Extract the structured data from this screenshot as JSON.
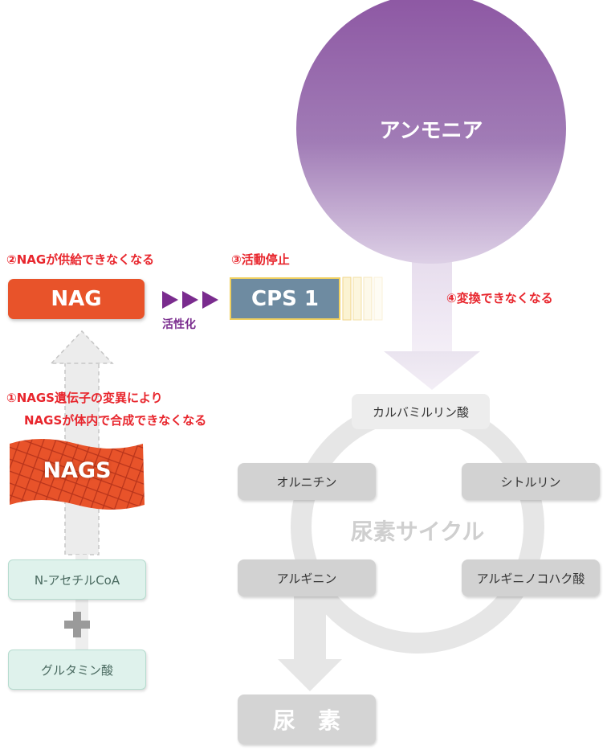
{
  "ammonia": {
    "label": "アンモニア"
  },
  "nag": {
    "label": "NAG",
    "note": "②NAGが供給できなくなる"
  },
  "cps": {
    "label": "CPS 1",
    "note": "③活動停止"
  },
  "activation": {
    "label": "活性化"
  },
  "conversion": {
    "note": "④変換できなくなる"
  },
  "nags": {
    "label": "NAGS",
    "note_line1": "①NAGS遺伝子の変異により",
    "note_line2": "NAGSが体内で合成できなくなる"
  },
  "inputs": {
    "acetyl_coa": "N-アセチルCoA",
    "plus": "+",
    "glutamate": "グルタミン酸"
  },
  "urea_cycle": {
    "title": "尿素サイクル",
    "carbamoyl_phosphate": "カルバミルリン酸",
    "ornithine": "オルニチン",
    "citrulline": "シトルリン",
    "arginine": "アルギニン",
    "argininosuccinate": "アルギニノコハク酸"
  },
  "urea": {
    "label": "尿　素"
  },
  "colors": {
    "accent_red": "#e8262d",
    "nag_orange": "#e8532a",
    "cps_blue": "#6e8ba1",
    "cps_border": "#f0d060",
    "ammonia_purple": "#8e5aa4",
    "activation_purple": "#7a2c8e",
    "cycle_gray": "#e6e6e6",
    "box_gray": "#d2d2d2",
    "input_teal": "#dff2ec"
  }
}
